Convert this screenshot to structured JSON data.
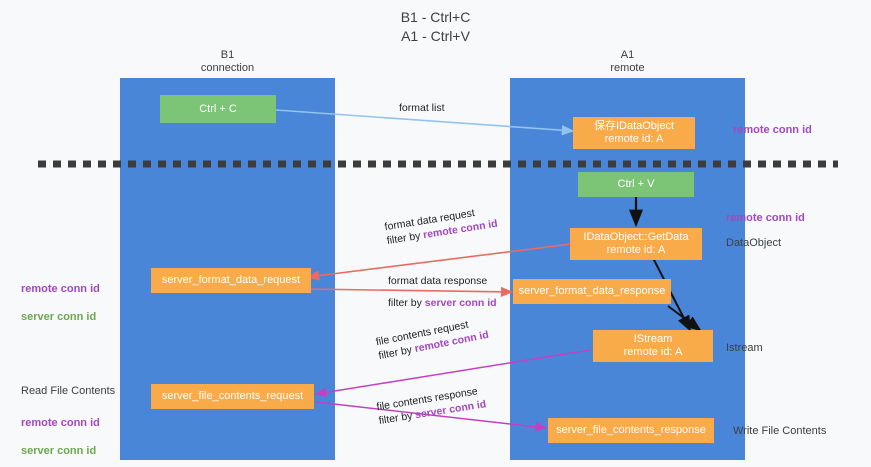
{
  "page": {
    "title": "B1 - Ctrl+C\nA1 - Ctrl+V",
    "background_color": "#f8f9fa",
    "lane_color": "#4a86d8",
    "node_orange": "#f9ab49",
    "node_green": "#7cc576",
    "purple": "#a347c2",
    "green_text": "#6aa84f",
    "divider_color": "#3c3c3c"
  },
  "lanes": [
    {
      "name": "left-lane",
      "title": "B1\nconnection"
    },
    {
      "name": "right-lane",
      "title": "A1\nremote"
    }
  ],
  "nodes": {
    "ctrl_c": {
      "line1": "Ctrl + C",
      "line2": ""
    },
    "save_dataobject": {
      "line1": "保存IDataObject",
      "line2": "remote id: A"
    },
    "ctrl_v": {
      "line1": "Ctrl + V",
      "line2": ""
    },
    "getdata": {
      "line1": "IDataObject::GetData",
      "line2": "remote id: A"
    },
    "server_format_data_request": {
      "line1": "server_format_data_request",
      "line2": ""
    },
    "server_format_data_response": {
      "line1": "server_format_data_response",
      "line2": ""
    },
    "istream": {
      "line1": "IStream",
      "line2": "remote id: A"
    },
    "server_file_contents_request": {
      "line1": "server_file_contents_request",
      "line2": ""
    },
    "server_file_contents_response": {
      "line1": "server_file_contents_response",
      "line2": ""
    }
  },
  "edge_labels": {
    "format_list": "format list",
    "format_data_request": "format data request",
    "format_data_request_filter_prefix": "filter by ",
    "format_data_request_filter_key": "remote conn id",
    "format_data_response": "format data response",
    "format_data_response_filter_prefix": "filter by ",
    "format_data_response_filter_key": "server conn id",
    "file_contents_request": "file contents request",
    "file_contents_request_filter_prefix": "filter by ",
    "file_contents_request_filter_key": "remote conn id",
    "file_contents_response": "file contents response",
    "file_contents_response_filter_prefix": "filter by ",
    "file_contents_response_filter_key": "server conn id"
  },
  "side_labels": {
    "right_remote_conn_id_top": "remote conn id",
    "right_remote_conn_id_mid": "remote conn id",
    "right_dataobject": "DataObject",
    "right_istream": "Istream",
    "right_write_file_contents": "Write File Contents",
    "left_read_file_contents": "Read File Contents",
    "legend_remote": "remote conn id",
    "legend_server": "server conn id"
  }
}
